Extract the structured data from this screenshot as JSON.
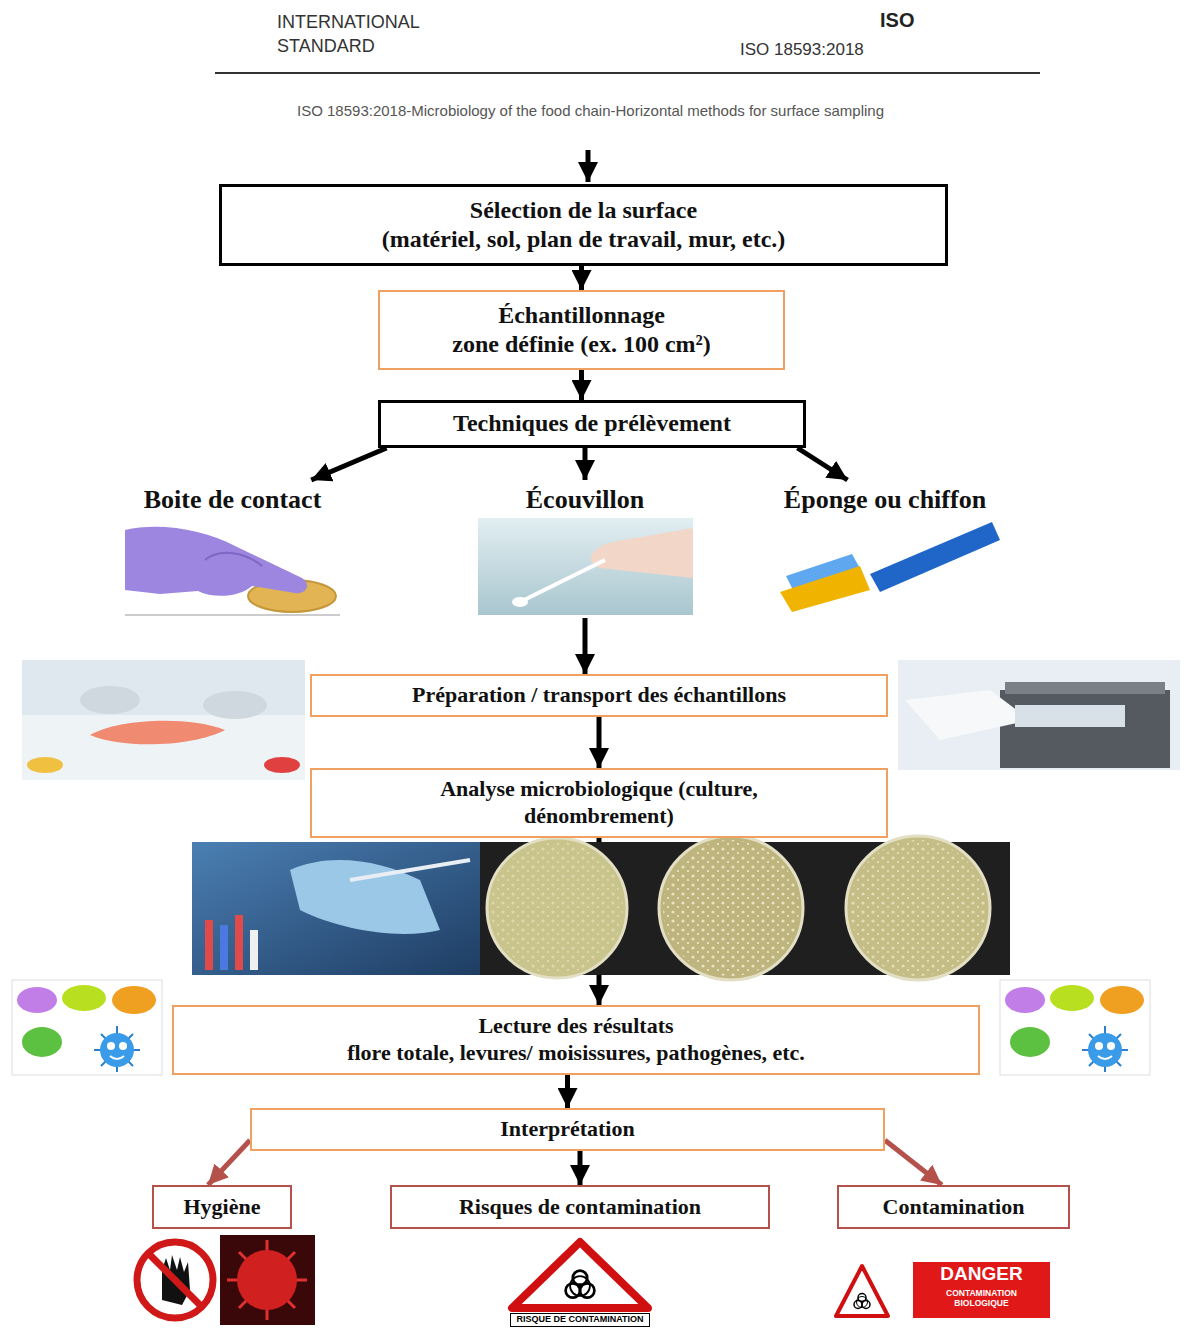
{
  "diagram": {
    "nodes": [
      {
        "text": [
          "Sélection de la surface",
          "(matériel, sol, plan de travail, mur, etc.)"
        ]
      },
      {
        "text": [
          "Échantillonnage",
          "zone définie (ex. 100 cm²)"
        ]
      },
      {
        "text": [
          "Techniques de prélèvement"
        ]
      },
      {
        "text": [
          "Boite de contact"
        ]
      },
      {
        "text": [
          "Écouvillon"
        ]
      },
      {
        "text": [
          "Éponge ou chiffon"
        ]
      },
      {
        "text": [
          "Préparation / transport des échantillons"
        ]
      },
      {
        "text": [
          "Analyse microbiologique (culture, dénombrement)"
        ]
      },
      {
        "text": [
          "Lecture des résultats",
          "flore totale, levures/ moisissures, pathogènes, etc."
        ]
      },
      {
        "text": [
          "Interprétation"
        ]
      },
      {
        "text": [
          "Hygiène"
        ]
      },
      {
        "text": [
          "Risques de contamination"
        ]
      },
      {
        "text": [
          "Contamination"
        ]
      }
    ],
    "edges": [
      {
        "from": 0,
        "to": 1,
        "arrow": "to"
      },
      {
        "from": 1,
        "to": 2,
        "arrow": "to"
      },
      {
        "from": 2,
        "to": 3,
        "arrow": "to"
      },
      {
        "from": 2,
        "to": 4,
        "arrow": "to"
      },
      {
        "from": 2,
        "to": 5,
        "arrow": "to"
      },
      {
        "from": 4,
        "to": 6,
        "arrow": "to"
      },
      {
        "from": 6,
        "to": 7,
        "arrow": "to"
      },
      {
        "from": 7,
        "to": 8,
        "arrow": "to"
      },
      {
        "from": 8,
        "to": 9,
        "arrow": "to"
      },
      {
        "from": 9,
        "to": 10,
        "arrow": "to"
      },
      {
        "from": 9,
        "to": 11,
        "arrow": "to"
      },
      {
        "from": 9,
        "to": 12,
        "arrow": "to"
      }
    ],
    "labels": [
      "INTERNATIONAL STANDARD",
      "ISO",
      "ISO 18593:2018",
      "ISO 18593:2018-Microbiology of the food chain-Horizontal methods for surface sampling",
      "RISQUE DE CONTAMINATION",
      "DANGER",
      "CONTAMINATION BIOLOGIQUE"
    ]
  }
}
